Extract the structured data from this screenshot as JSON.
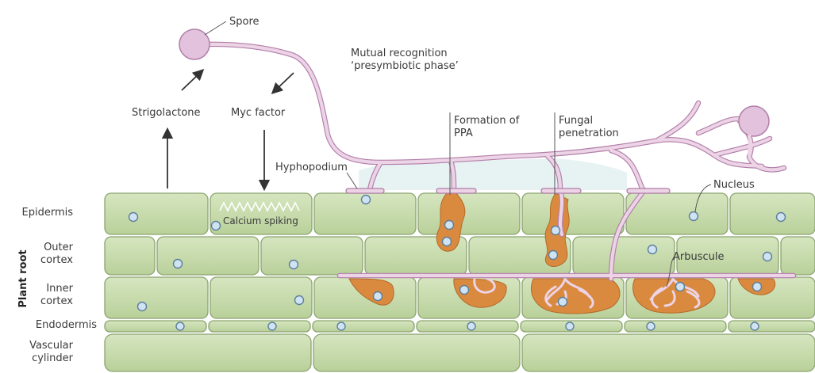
{
  "labels": {
    "spore": "Spore",
    "mutual_line1": "Mutual recognition",
    "mutual_line2": "‘presymbiotic phase’",
    "strigolactone": "Strigolactone",
    "myc_factor": "Myc factor",
    "formation_line1": "Formation of",
    "formation_line2": "PPA",
    "fungal_line1": "Fungal",
    "fungal_line2": "penetration",
    "hyphopodium": "Hyphopodium",
    "nucleus": "Nucleus",
    "calcium_spiking": "Calcium spiking",
    "arbuscule": "Arbuscule"
  },
  "layers": {
    "epidermis": "Epidermis",
    "outer_cortex_line1": "Outer",
    "outer_cortex_line2": "cortex",
    "inner_cortex_line1": "Inner",
    "inner_cortex_line2": "cortex",
    "endodermis": "Endodermis",
    "vascular_line1": "Vascular",
    "vascular_line2": "cylinder",
    "plant_root": "Plant root"
  },
  "colors": {
    "cell_fill": "#c9dcae",
    "cell_stroke": "#8aa46e",
    "hypha_fill": "#ecd3e6",
    "hypha_stroke": "#b27ea9",
    "ppa_fill": "#d98a3e",
    "nucleus_fill": "#cfe3f3",
    "nucleus_stroke": "#5c7f9c"
  }
}
